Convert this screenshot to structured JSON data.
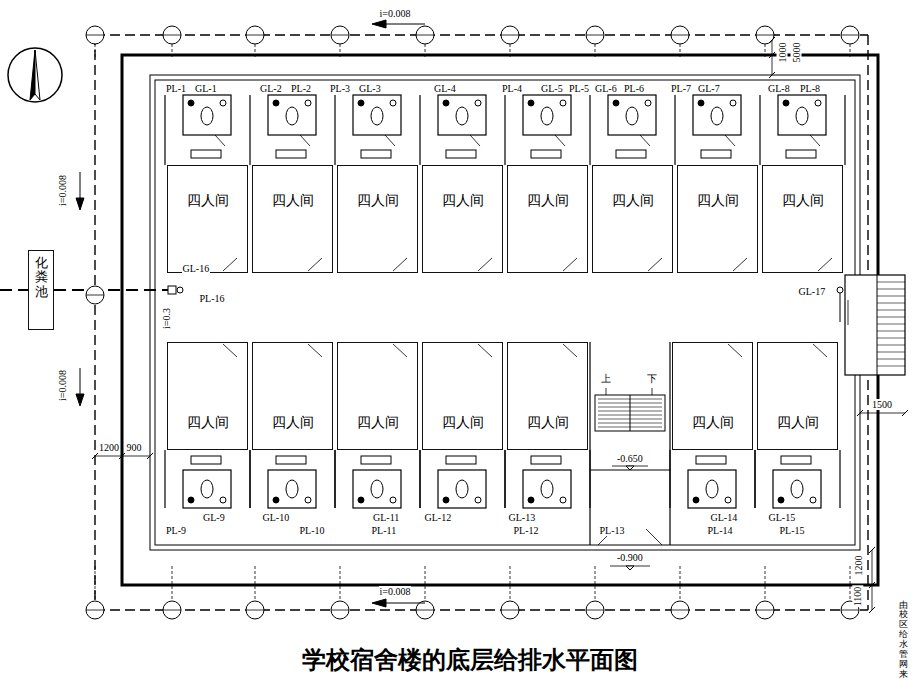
{
  "diagram": {
    "title": "学校宿舍楼的底层给排水平面图",
    "nodes": [
      {
        "text": [
          "四人间"
        ]
      },
      {
        "text": [
          "四人间"
        ]
      },
      {
        "text": [
          "四人间"
        ]
      },
      {
        "text": [
          "四人间"
        ]
      },
      {
        "text": [
          "四人间"
        ]
      },
      {
        "text": [
          "四人间"
        ]
      },
      {
        "text": [
          "四人间"
        ]
      },
      {
        "text": [
          "四人间"
        ]
      },
      {
        "text": [
          "化粪池"
        ]
      },
      {
        "text": [
          "四人间"
        ]
      },
      {
        "text": [
          "四人间"
        ]
      },
      {
        "text": [
          "四人间"
        ]
      },
      {
        "text": [
          "四人间"
        ]
      },
      {
        "text": [
          "四人间"
        ]
      },
      {
        "text": [
          "四人间"
        ]
      },
      {
        "text": [
          "四人间"
        ]
      }
    ],
    "labels": [
      "i=0.008",
      "i=0.008",
      "i=0.008",
      "i=0.008",
      "1000",
      "5000",
      "PL-1",
      "GL-1",
      "GL-2",
      "PL-2",
      "PL-3",
      "GL-3",
      "GL-4",
      "PL-4",
      "GL-5",
      "PL-5",
      "GL-6",
      "PL-6",
      "PL-7",
      "GL-7",
      "GL-8",
      "PL-8",
      "GL-16",
      "PL-16",
      "i=0.3",
      "GL-17",
      "上",
      "下",
      "1500",
      "-0.650",
      "1200",
      "900",
      "PL-9",
      "GL-9",
      "GL-10",
      "PL-10",
      "GL-11",
      "PL-11",
      "GL-12",
      "GL-13",
      "PL-12",
      "PL-13",
      "GL-14",
      "PL-14",
      "GL-15",
      "PL-15",
      "-0.900",
      "1200",
      "1100",
      "由校区给水管网来"
    ]
  }
}
